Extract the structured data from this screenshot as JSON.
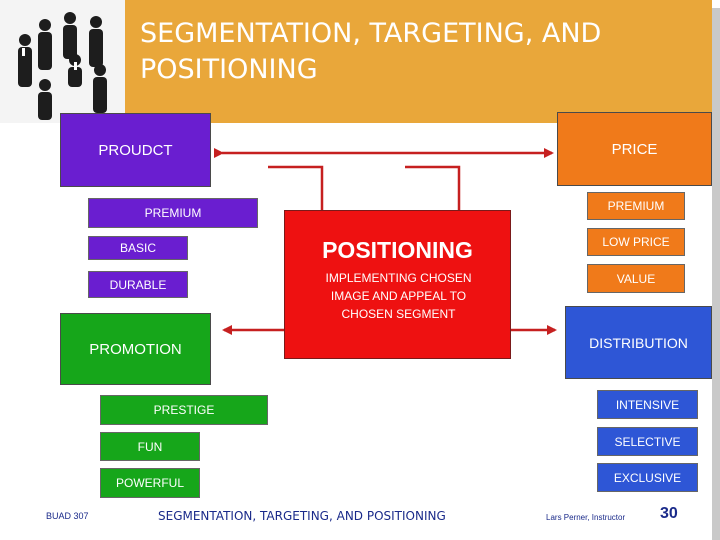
{
  "header": {
    "title": "SEGMENTATION, TARGETING, AND POSITIONING"
  },
  "product": {
    "label": "PROUDCT",
    "items": [
      "PREMIUM",
      "BASIC",
      "DURABLE"
    ]
  },
  "price": {
    "label": "PRICE",
    "items": [
      "PREMIUM",
      "LOW PRICE",
      "VALUE"
    ]
  },
  "promotion": {
    "label": "PROMOTION",
    "items": [
      "PRESTIGE",
      "FUN",
      "POWERFUL"
    ]
  },
  "distribution": {
    "label": "DISTRIBUTION",
    "items": [
      "INTENSIVE",
      "SELECTIVE",
      "EXCLUSIVE"
    ]
  },
  "positioning": {
    "title": "POSITIONING",
    "subtitle": "IMPLEMENTING CHOSEN IMAGE AND APPEAL TO CHOSEN SEGMENT"
  },
  "footer": {
    "course": "BUAD 307",
    "center": "SEGMENTATION, TARGETING, AND POSITIONING",
    "instructor": "Lars Perner, Instructor",
    "page": "30"
  },
  "colors": {
    "header": "#e9a73a",
    "product": "#6a1ed0",
    "price": "#f07a1a",
    "promotion": "#16a61a",
    "distribution": "#2e56d6",
    "positioning": "#ee1111"
  },
  "icons": {
    "header_image": "business-team-photo"
  }
}
